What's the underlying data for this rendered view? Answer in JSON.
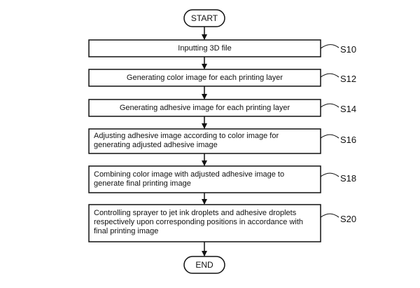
{
  "start_label": "START",
  "end_label": "END",
  "steps": [
    {
      "id": "S10",
      "text": "Inputting 3D file"
    },
    {
      "id": "S12",
      "text": "Generating color image for each printing layer"
    },
    {
      "id": "S14",
      "text": "Generating adhesive image for each printing layer"
    },
    {
      "id": "S16",
      "text": "Adjusting adhesive image according to color image for generating adjusted adhesive image"
    },
    {
      "id": "S18",
      "text": "Combining color image with adjusted adhesive image to generate final printing image"
    },
    {
      "id": "S20",
      "text": "Controlling sprayer to jet ink droplets and adhesive droplets respectively upon corresponding positions in accordance with final printing image"
    }
  ]
}
